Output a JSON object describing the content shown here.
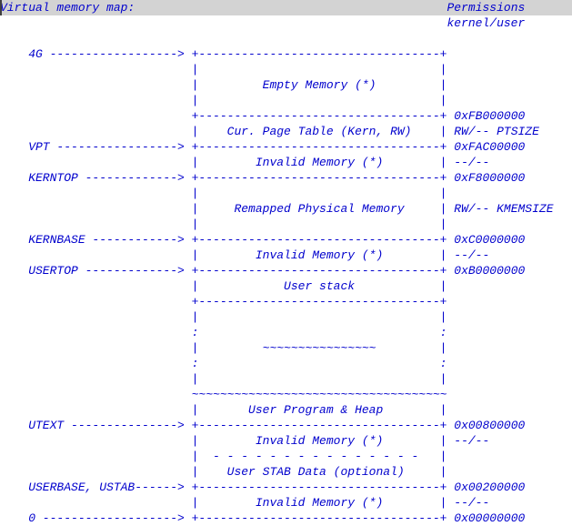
{
  "colors": {
    "text_blue": "#0101cd",
    "header_bar_gray": "#d3d3d3",
    "background": "#ffffff"
  },
  "header": {
    "title": "Virtual memory map:",
    "permissions": "Permissions",
    "kernel_user": "kernel/user"
  },
  "memory_map": {
    "lines": [
      "",
      "    4G ------------------> +----------------------------------+",
      "                           |                                  |",
      "                           |         Empty Memory (*)         |",
      "                           |                                  |",
      "                           +----------------------------------+ 0xFB000000",
      "                           |    Cur. Page Table (Kern, RW)    | RW/-- PTSIZE",
      "    VPT -----------------> +----------------------------------+ 0xFAC00000",
      "                           |        Invalid Memory (*)        | --/--",
      "    KERNTOP -------------> +----------------------------------+ 0xF8000000",
      "                           |                                  |",
      "                           |     Remapped Physical Memory     | RW/-- KMEMSIZE",
      "                           |                                  |",
      "    KERNBASE ------------> +----------------------------------+ 0xC0000000",
      "                           |        Invalid Memory (*)        | --/--",
      "    USERTOP -------------> +----------------------------------+ 0xB0000000",
      "                           |            User stack            |",
      "                           +----------------------------------+",
      "                           |                                  |",
      "                           :                                  :",
      "                           |         ~~~~~~~~~~~~~~~~         |",
      "                           :                                  :",
      "                           |                                  |",
      "                           ~~~~~~~~~~~~~~~~~~~~~~~~~~~~~~~~~~~~",
      "                           |       User Program & Heap        |",
      "    UTEXT ---------------> +----------------------------------+ 0x00800000",
      "                           |        Invalid Memory (*)        | --/--",
      "                           |  - - - - - - - - - - - - - - -   |",
      "                           |    User STAB Data (optional)     |",
      "    USERBASE, USTAB------> +----------------------------------+ 0x00200000",
      "                           |        Invalid Memory (*)        | --/--",
      "    0 -------------------> +----------------------------------+ 0x00000000"
    ]
  }
}
